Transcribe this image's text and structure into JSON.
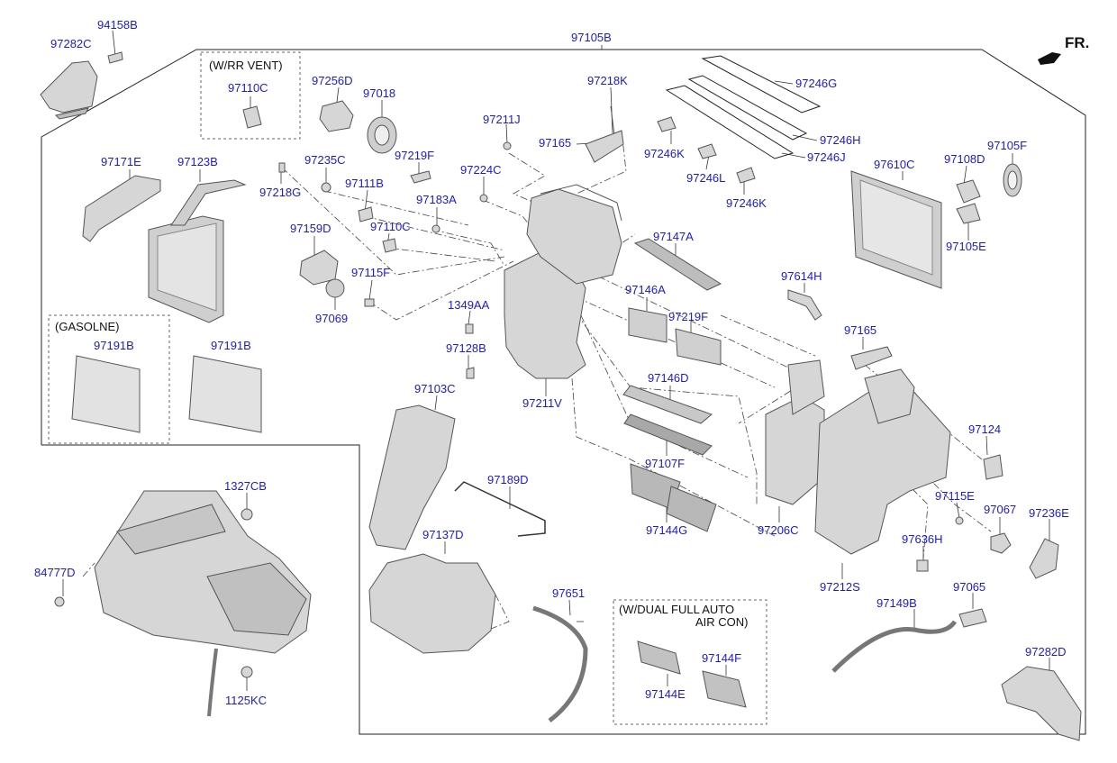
{
  "orientation": {
    "label": "FR."
  },
  "groups": {
    "rr_vent": "(W/RR VENT)",
    "gasoline": "(GASOLNE)",
    "dual_line1": "(W/DUAL FULL AUTO",
    "dual_line2": "AIR CON)"
  },
  "colors": {
    "label": "#1a1ad6",
    "part_fill": "#d6d6d6",
    "part_stroke": "#555555"
  },
  "parts": [
    "94158B",
    "97282C",
    "97105B",
    "97110C",
    "97256D",
    "97018",
    "97218K",
    "97246G",
    "97211J",
    "97165",
    "97246H",
    "97246K",
    "97246J",
    "97246L",
    "97246K",
    "97171E",
    "97123B",
    "97235C",
    "97219F",
    "97224C",
    "97218G",
    "97111B",
    "97183A",
    "97110C",
    "97159D",
    "97147A",
    "97610C",
    "97108D",
    "97105F",
    "97105E",
    "97115F",
    "97146A",
    "97614H",
    "97069",
    "1349AA",
    "97219F",
    "97165",
    "97128B",
    "97146D",
    "97191B",
    "97191B",
    "97103C",
    "97211V",
    "97124",
    "97107F",
    "1327CB",
    "97189D",
    "97115E",
    "97067",
    "97236E",
    "97144G",
    "97206C",
    "97636H",
    "97137D",
    "84777D",
    "97212S",
    "97065",
    "97651",
    "97149B",
    "1125KC",
    "97144F",
    "97144E",
    "97282D"
  ]
}
